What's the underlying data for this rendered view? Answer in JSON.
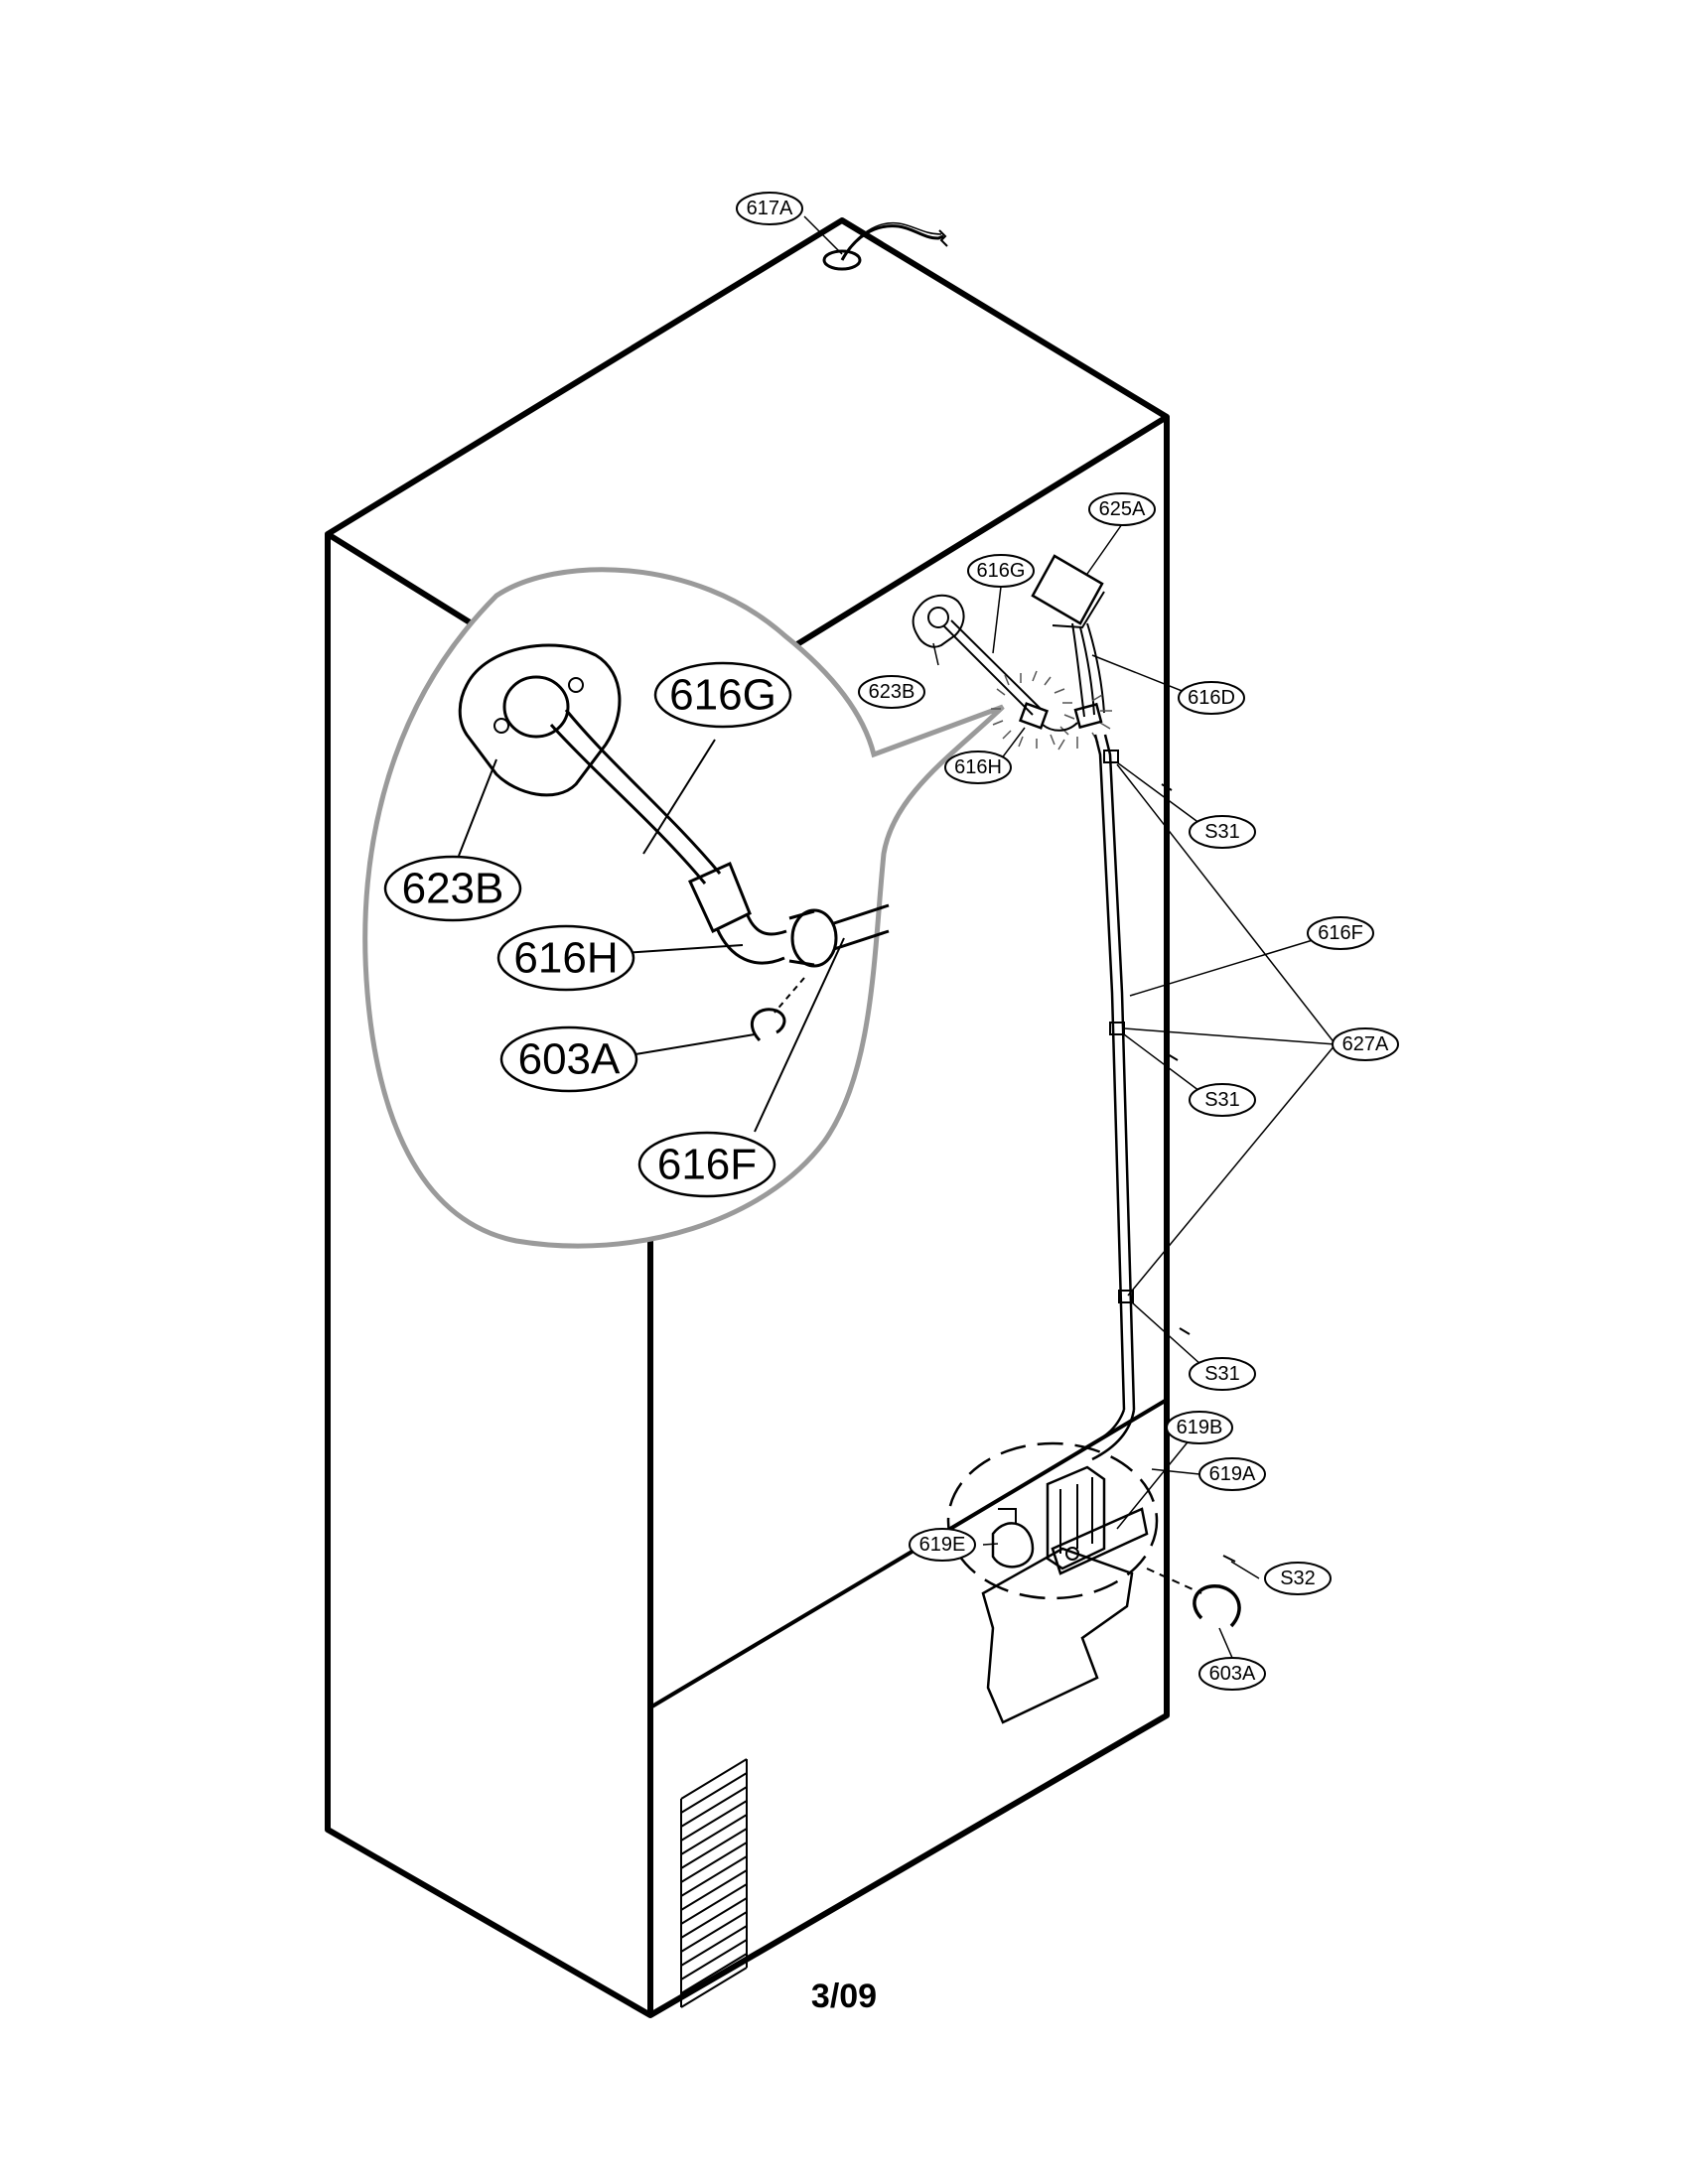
{
  "page_number": "3/09",
  "callouts": {
    "c617A": "617A",
    "c625A": "625A",
    "c616G": "616G",
    "c623B": "623B",
    "c616D": "616D",
    "c616H": "616H",
    "c S31a": "S31",
    "cS31a": "S31",
    "c616F": "616F",
    "c627A": "627A",
    "cS31b": "S31",
    "cS31c": "S31",
    "c619B": "619B",
    "c619A": "619A",
    "c619E": "619E",
    "cS32": "S32",
    "c603A": "603A",
    "detail616G": "616G",
    "detail623B": "623B",
    "detail616H": "616H",
    "detail603A": "603A",
    "detail616F": "616F"
  },
  "colors": {
    "line": "#000000",
    "detail_border": "#9a9a9a",
    "background": "#ffffff"
  }
}
